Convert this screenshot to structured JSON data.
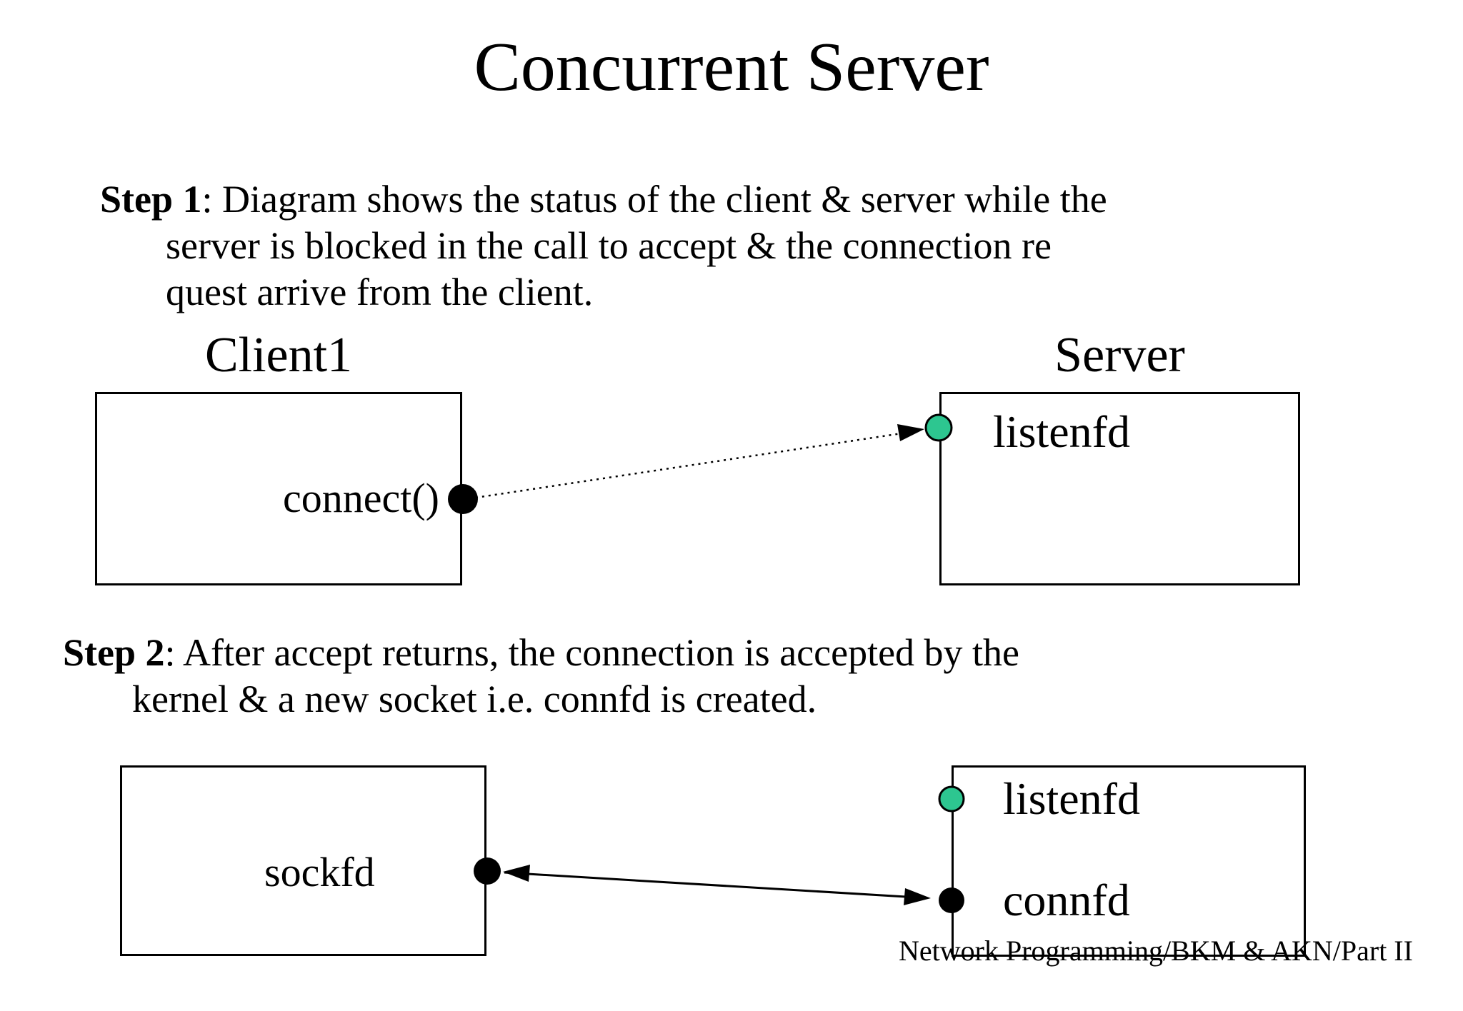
{
  "title": "Concurrent Server",
  "step1": {
    "label": "Step 1",
    "line1_rest": ": Diagram shows the status of the client & server while the",
    "line2": "server is blocked in the call to accept & the connection re",
    "line3": "quest arrive from the client."
  },
  "step2": {
    "label": "Step 2",
    "line1_rest": ": After accept returns, the connection is accepted by the",
    "line2": "kernel & a new socket i.e. connfd is created."
  },
  "diagram_step1": {
    "client_box_label": "Client1",
    "server_box_label": "Server",
    "client_call": "connect()",
    "server_socket": "listenfd"
  },
  "diagram_step2": {
    "client_socket": "sockfd",
    "server_listen_socket": "listenfd",
    "server_conn_socket": "connfd"
  },
  "footer": "Network Programming/BKM & AKN/Part II",
  "colors": {
    "accent_green": "#2DC690",
    "ink": "#000000",
    "background": "#FFFFFF"
  }
}
